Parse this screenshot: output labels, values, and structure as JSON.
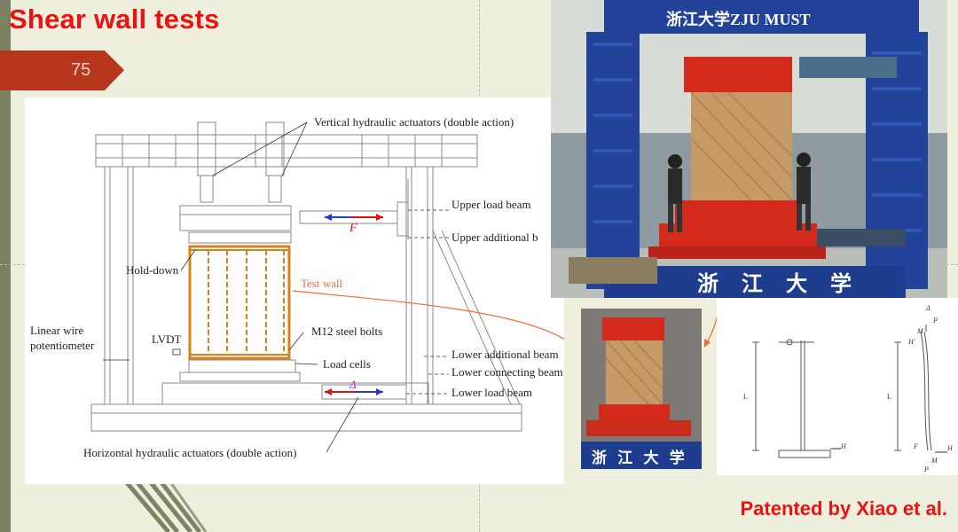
{
  "slide": {
    "title": "Shear wall tests",
    "page_number": "75",
    "footer_note": "Patented by Xiao et al."
  },
  "drawing": {
    "labels": {
      "vertical_actuators": "Vertical hydraulic actuators (double action)",
      "upper_load_beam": "Upper load beam",
      "upper_additional_beam": "Upper additional b",
      "force_symbol": "F",
      "hold_down": "Hold-down",
      "test_wall": "Test wall",
      "linear_wire_line1": "Linear wire",
      "linear_wire_line2": "potentiometer",
      "lvdt": "LVDT",
      "m12_bolts": "M12 steel bolts",
      "load_cells": "Load cells",
      "lower_additional_beam": "Lower additional beam",
      "lower_connecting_beam": "Lower connecting beam",
      "lower_load_beam": "Lower load beam",
      "displacement_symbol": "Δ",
      "horizontal_actuators": "Horizontal hydraulic actuators (double action)"
    }
  },
  "photo_main": {
    "frame_sign": "浙江大学ZJU MUST",
    "base_sign": "浙 江 大 学"
  },
  "photo_small": {
    "base_sign": "浙 江 大 学"
  },
  "sketch": {
    "left": {
      "length_label": "L",
      "load_label": "H"
    },
    "right": {
      "top_delta": "Δ",
      "top_p": "P",
      "top_m": "M",
      "top_h": "H'",
      "length_label": "L",
      "bottom_f": "F",
      "bottom_h": "H",
      "bottom_m": "M",
      "bottom_p": "P"
    }
  },
  "colors": {
    "title_red": "#ee1111",
    "tab_red": "#b8361d",
    "background": "#eef0dd",
    "frame_blue": "#23439a",
    "wall_orange": "#d5821c"
  }
}
